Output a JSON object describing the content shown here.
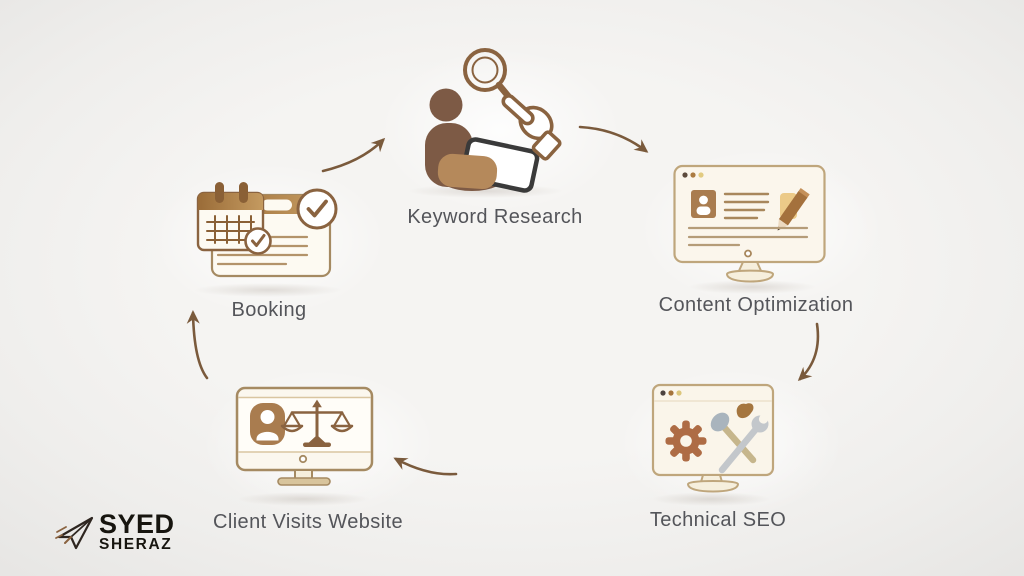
{
  "background": {
    "color": "#f1f0ee"
  },
  "diagram": {
    "nodes": [
      {
        "id": "keyword-research",
        "label": "Keyword Research",
        "icon": "person-with-magnifier-icon"
      },
      {
        "id": "content-optimization",
        "label": "Content Optimization",
        "icon": "browser-profile-pencil-icon"
      },
      {
        "id": "technical-seo",
        "label": "Technical SEO",
        "icon": "browser-gear-tools-icon"
      },
      {
        "id": "client-visits-website",
        "label": "Client Visits Website",
        "icon": "monitor-person-scales-icon"
      },
      {
        "id": "booking",
        "label": "Booking",
        "icon": "calendar-checkmarks-icon"
      }
    ],
    "edges": [
      {
        "from": "booking",
        "to": "keyword-research"
      },
      {
        "from": "keyword-research",
        "to": "content-optimization"
      },
      {
        "from": "content-optimization",
        "to": "technical-seo"
      },
      {
        "from": "technical-seo",
        "to": "client-visits-website"
      },
      {
        "from": "client-visits-website",
        "to": "booking"
      }
    ]
  },
  "logo": {
    "line1": "SYED",
    "line2": "SHERAZ",
    "icon": "paper-plane-icon"
  },
  "colors": {
    "outline_brown": "#8a6340",
    "arrow_brown": "#7a5a3c",
    "person_brown": "#7d5a45",
    "mid_brown": "#a97c4f",
    "tan": "#b5895b",
    "cream_panel": "#fbf6ec",
    "gear_rust": "#ae6c45",
    "label_text": "#54555a"
  }
}
